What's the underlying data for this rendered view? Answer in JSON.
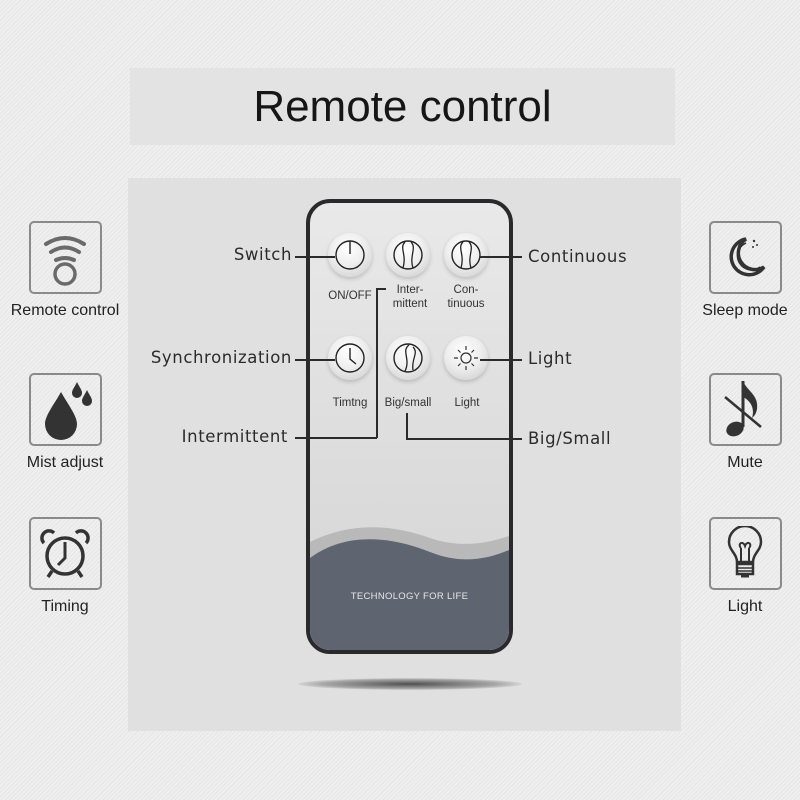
{
  "title": "Remote control",
  "left_features": [
    {
      "label": "Remote control",
      "icon": "wireless-signal-icon"
    },
    {
      "label": "Mist adjust",
      "icon": "water-drops-icon"
    },
    {
      "label": "Timing",
      "icon": "alarm-clock-icon"
    }
  ],
  "right_features": [
    {
      "label": "Sleep mode",
      "icon": "moon-icon"
    },
    {
      "label": "Mute",
      "icon": "muted-music-note-icon"
    },
    {
      "label": "Light",
      "icon": "light-bulb-icon"
    }
  ],
  "remote": {
    "buttons": [
      {
        "label": "ON/OFF",
        "icon": "power-icon"
      },
      {
        "label": "Inter-\nmittent",
        "icon": "mist-icon"
      },
      {
        "label": "Con-\ntinuous",
        "icon": "mist-icon"
      },
      {
        "label": "Timtng",
        "icon": "clock-icon"
      },
      {
        "label": "Big/small",
        "icon": "mist-icon"
      },
      {
        "label": "Light",
        "icon": "sun-icon"
      }
    ],
    "label_parts": {
      "b1_l1": "Inter-",
      "b1_l2": "mittent",
      "b2_l1": "Con-",
      "b2_l2": "tinuous"
    },
    "brand_text": "TECHNOLOGY FOR LIFE"
  },
  "callouts": {
    "switch": "Switch",
    "synchronization": "Synchronization",
    "intermittent": "Intermittent",
    "continuous": "Continuous",
    "light": "Light",
    "big_small": "Big/Small"
  },
  "colors": {
    "remote_border": "#2a2a2c",
    "remote_bottom": "#5f6570",
    "background": "#e0e0e0"
  }
}
